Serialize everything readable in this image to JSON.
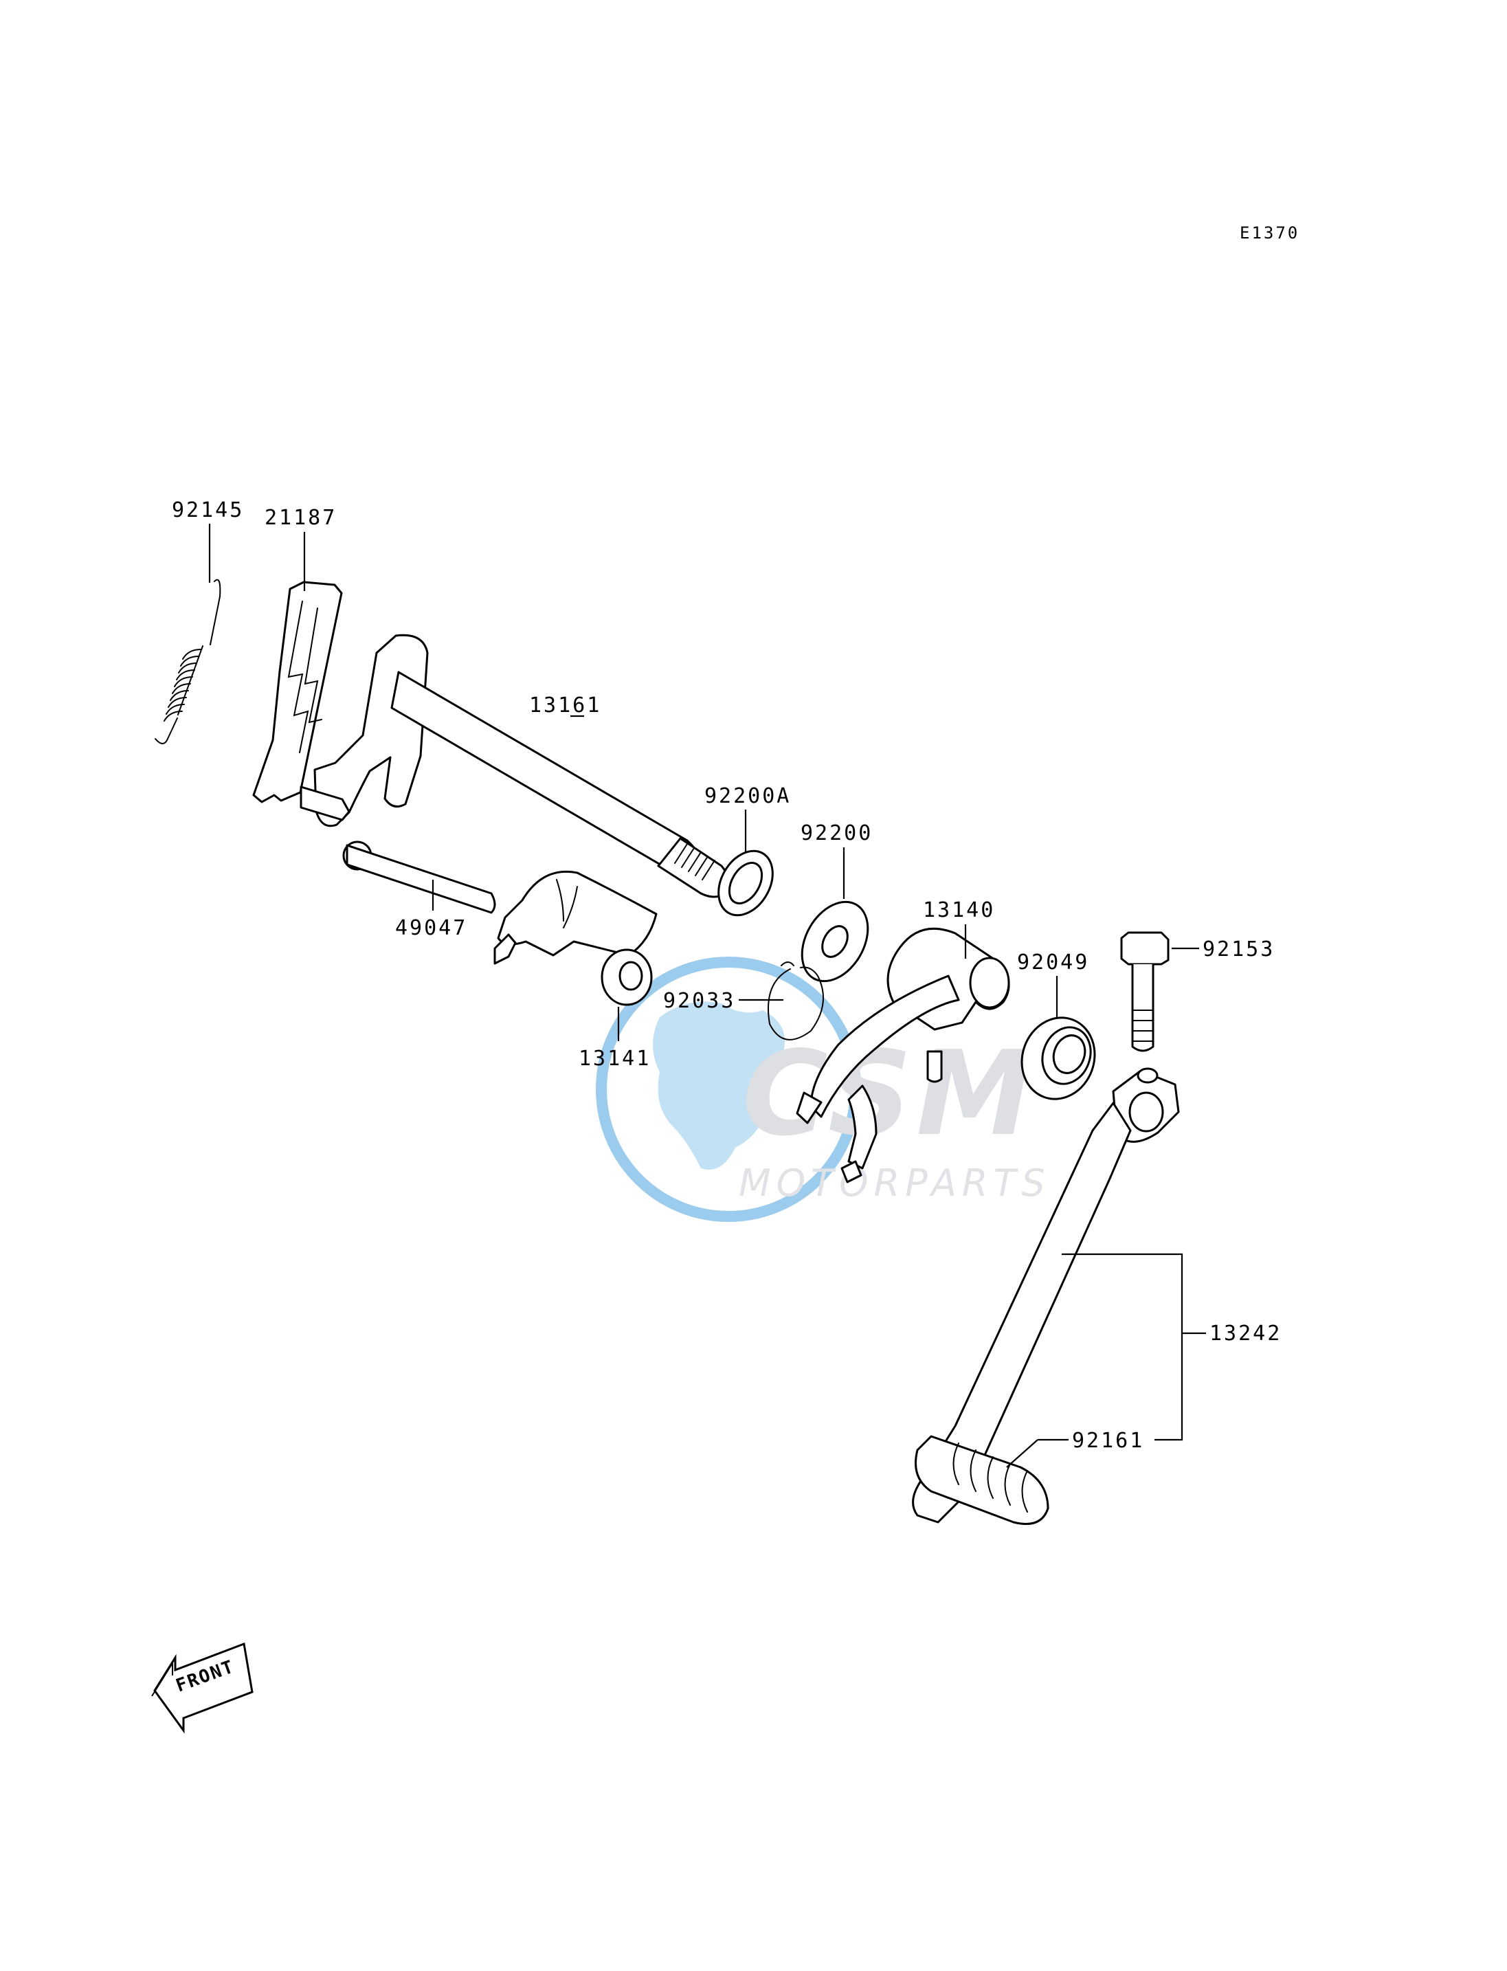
{
  "diagram_ref": "E1370",
  "front_label": "FRONT",
  "watermark": {
    "logo": "CSM",
    "text": "MOTORPARTS",
    "colors": {
      "globe": "#4aa3df",
      "logo": "#c2c6cb"
    }
  },
  "parts": [
    {
      "number": "92145",
      "name": "spring"
    },
    {
      "number": "21187",
      "name": "plate"
    },
    {
      "number": "13161",
      "name": "shift-shaft"
    },
    {
      "number": "92200A",
      "name": "washer-a"
    },
    {
      "number": "92200",
      "name": "washer"
    },
    {
      "number": "49047",
      "name": "pin"
    },
    {
      "number": "13140",
      "name": "shift-lever-arm"
    },
    {
      "number": "92049",
      "name": "oil-seal"
    },
    {
      "number": "92153",
      "name": "bolt"
    },
    {
      "number": "92033",
      "name": "circlip"
    },
    {
      "number": "13141",
      "name": "collar"
    },
    {
      "number": "13242",
      "name": "shift-pedal"
    },
    {
      "number": "92161",
      "name": "pedal-rubber"
    }
  ]
}
